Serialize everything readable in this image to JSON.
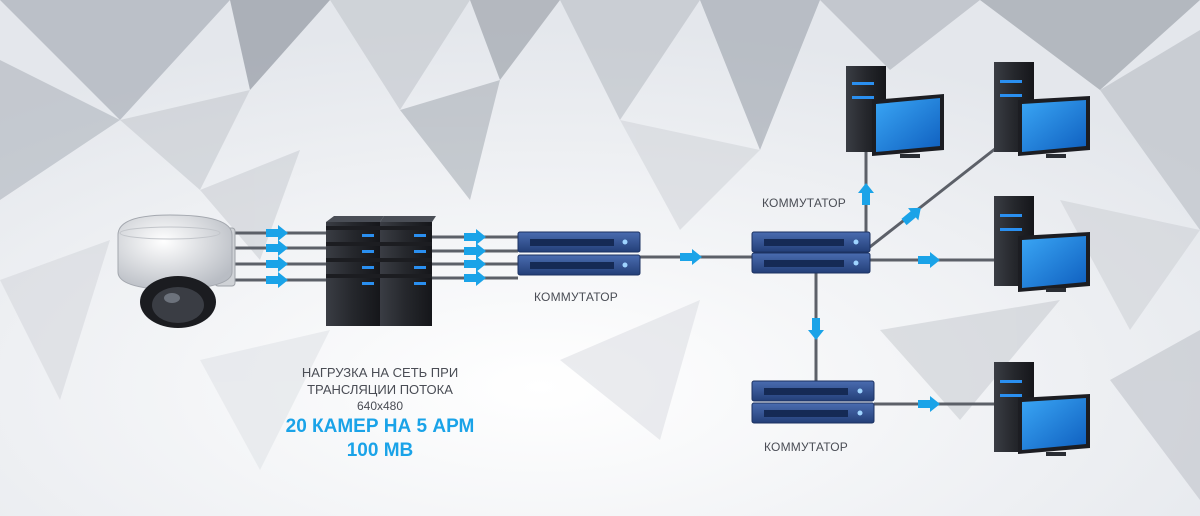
{
  "labels": {
    "switch_center": "КОММУТАТОР",
    "switch_top": "КОММУТАТОР",
    "switch_bottom": "КОММУТАТОР"
  },
  "caption": {
    "line1": "НАГРУЗКА НА СЕТЬ ПРИ",
    "line2": "ТРАНСЛЯЦИИ ПОТОКА",
    "line3": "640x480",
    "highlight1": "20 КАМЕР НА 5 АРМ",
    "highlight2": "100 MB"
  },
  "colors": {
    "arrow": "#1aa3e8",
    "highlight_text": "#1aa3e8",
    "switch_body": "#2f4f8f",
    "monitor_screen": "#1a7fd8",
    "server_body": "#2a2d33",
    "label_text": "#4a4d55"
  },
  "icons": [
    "dome-camera-icon",
    "server-icon",
    "network-switch-icon",
    "workstation-icon",
    "arrow-icon"
  ]
}
